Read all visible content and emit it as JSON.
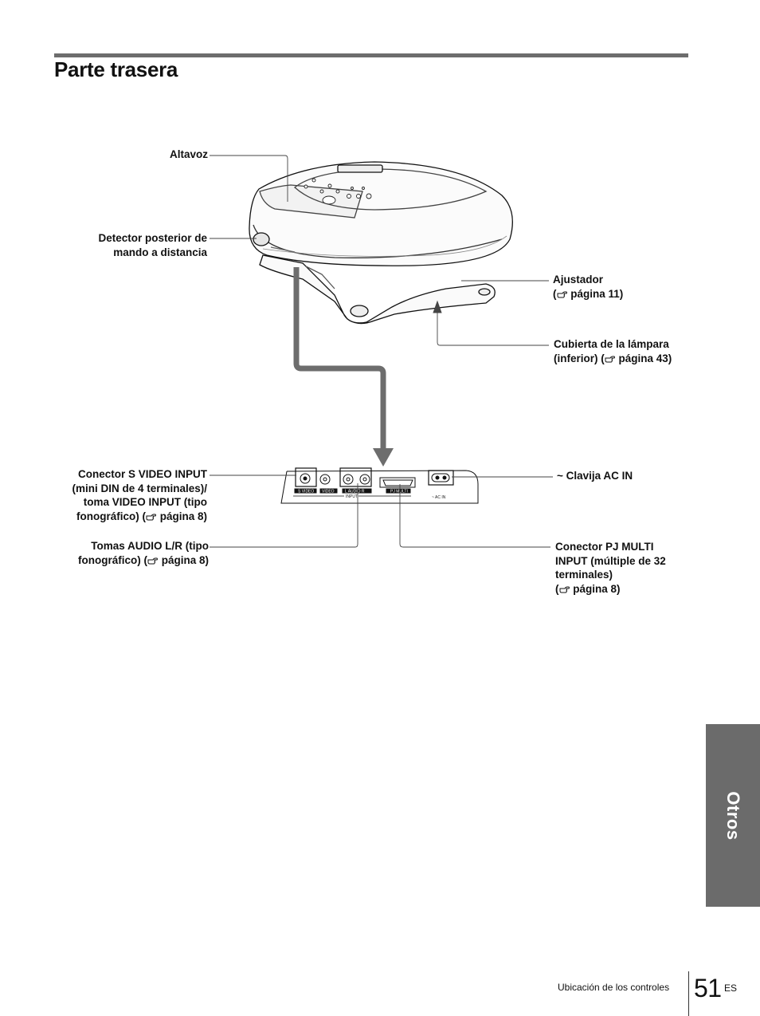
{
  "page": {
    "title": "Parte trasera",
    "side_tab": "Otros",
    "footer_text": "Ubicación de los controles",
    "page_number": "51",
    "page_lang": "ES"
  },
  "labels": {
    "altavoz": [
      "Altavoz"
    ],
    "detector": [
      "Detector posterior de",
      "mando a distancia"
    ],
    "ajustador": [
      "Ajustador",
      "página 11)"
    ],
    "cubierta": [
      "Cubierta de la lámpara",
      "(inferior) (",
      "página 43)"
    ],
    "s_video": [
      "Conector S VIDEO INPUT",
      "(mini DIN de 4 terminales)/",
      "toma VIDEO INPUT (tipo",
      "fonográfico) (",
      "página 8)"
    ],
    "audio": [
      "Tomas AUDIO L/R (tipo",
      "fonográfico) (",
      "página 8)"
    ],
    "ac_in": [
      "~ Clavija AC IN"
    ],
    "pj_multi": [
      "Conector PJ MULTI",
      "INPUT (múltiple de 32",
      "terminales)",
      "página 8)"
    ]
  },
  "panel": {
    "s_video_tag": "S VIDEO",
    "video_tag": "VIDEO",
    "audio_tag": "L AUDIO R",
    "pj_tag": "PJ MULTI",
    "input_tag": "INPUT",
    "ac_tag": "~ AC IN"
  },
  "icons": {
    "reference": "pointing-hand-icon"
  }
}
